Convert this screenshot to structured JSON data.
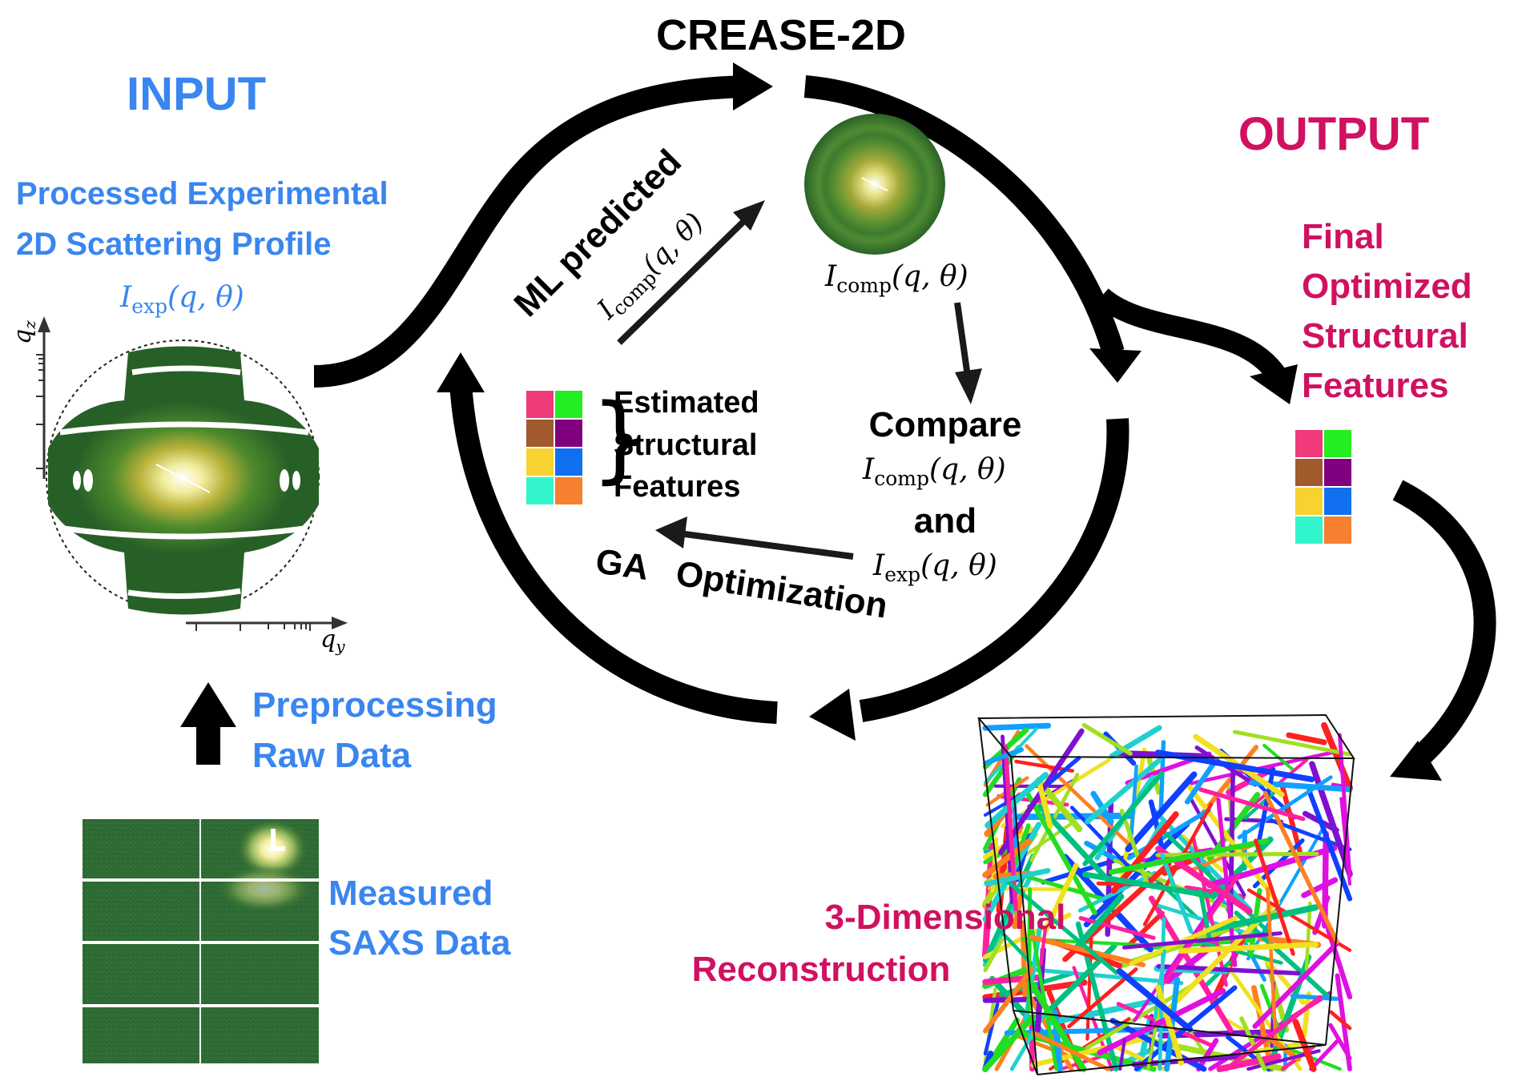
{
  "title": "CREASE-2D",
  "input": {
    "heading": "INPUT",
    "profile_label_line1": "Processed Experimental",
    "profile_label_line2": "2D Scattering Profile",
    "profile_formula_base": "I",
    "profile_formula_sub": "exp",
    "profile_formula_args": "(q, θ)",
    "axis_qz": "q",
    "axis_qz_sub": "z",
    "axis_qy": "q",
    "axis_qy_sub": "y",
    "preprocessing_line1": "Preprocessing",
    "preprocessing_line2": "Raw Data",
    "measured_line1": "Measured",
    "measured_line2": "SAXS Data"
  },
  "cycle": {
    "ml_predicted": "ML predicted",
    "ml_formula_base": "I",
    "ml_formula_sub": "comp",
    "ml_formula_args": "(q, θ)",
    "comp_formula_base": "I",
    "comp_formula_sub": "comp",
    "comp_formula_args": "(q, θ)",
    "estimated_line1": "Estimated",
    "estimated_line2": "Structural",
    "estimated_line3": "Features",
    "compare": "Compare",
    "compare_formula1_base": "I",
    "compare_formula1_sub": "comp",
    "compare_formula1_args": "(q, θ)",
    "and": "and",
    "compare_formula2_base": "I",
    "compare_formula2_sub": "exp",
    "compare_formula2_args": "(q, θ)",
    "ga": "GA",
    "optimization": "Optimization"
  },
  "output": {
    "heading": "OUTPUT",
    "final_line1": "Final",
    "final_line2": "Optimized",
    "final_line3": "Structural",
    "final_line4": "Features",
    "reconstruction_line1": "3-Dimensional",
    "reconstruction_line2": "Reconstruction"
  },
  "colors": {
    "input_blue": "#3a86f0",
    "output_magenta": "#d01060",
    "feature_grid": [
      "#f03a7a",
      "#22ee22",
      "#a05a2c",
      "#800080",
      "#f7d230",
      "#1070f0",
      "#33f5cc",
      "#f58030"
    ],
    "scatter_green": "#2e6b2e"
  }
}
